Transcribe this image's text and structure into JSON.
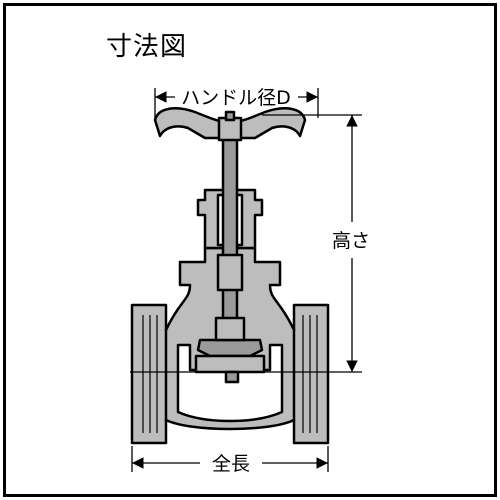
{
  "title": "寸法図",
  "labels": {
    "handle_diameter": "ハンドル径D",
    "height": "高さ",
    "total_length": "全長"
  },
  "colors": {
    "line": "#000000",
    "fill": "#bdbdbd",
    "dark": "#9a9a9a",
    "background": "#ffffff"
  }
}
